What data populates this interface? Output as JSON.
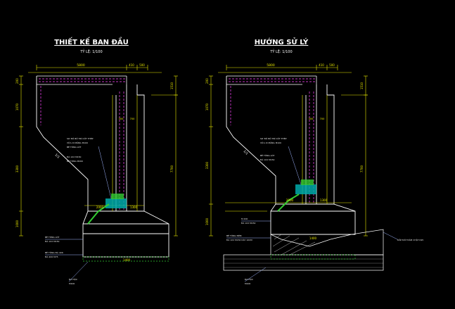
{
  "colors": {
    "background": "#000000",
    "structure": "#ffffff",
    "dimension": "#e8e800",
    "accent": "#ff44ff",
    "annotation": "#9fb5ff",
    "green": "#33cc33",
    "cyan": "#00cccc"
  },
  "left": {
    "title": "THIẾT KẾ BAN ĐẦU",
    "scale": "TỶ LỆ: 1/100",
    "dims": {
      "top_total": "5800",
      "top_small_a": "410",
      "top_small_b": "500",
      "left_top": "200",
      "left_mid": "1070",
      "left_big": "3300",
      "left_low": "1000",
      "right_top": "1510",
      "right_total": "7700",
      "center_a": "2000",
      "center_b": "1300",
      "stem_a": "300",
      "stem_b": "700",
      "bottom": "1400",
      "slope": "1/1"
    },
    "notes": {
      "n1": "SƠ ĐỒ BỐ TRÍ CỐT THÉP",
      "n2": "VỮA XI MĂNG M100",
      "n3": "BÊ TÔNG LÓT",
      "n4": "ĐÁ 1X2 M150",
      "n5": "BÊ TÔNG M200",
      "n6": "BÊ TÔNG LÓT",
      "n7": "ĐÁ 1X2 M150",
      "n8": "BÊ TÔNG ĐÁ 4X6",
      "n9": "ĐÁ 4X6 M75",
      "n10": "ĐÁ HỘC",
      "n11": "M100"
    }
  },
  "right": {
    "title": "HƯỚNG SỬ LÝ",
    "scale": "TỶ LỆ: 1/100",
    "dims": {
      "top_total": "5800",
      "top_small_a": "410",
      "top_small_b": "500",
      "left_top": "200",
      "left_mid": "1070",
      "left_big": "3300",
      "left_low": "1000",
      "right_top": "1510",
      "right_total": "7700",
      "center_a": "2000",
      "center_b": "1300",
      "stem_a": "300",
      "stem_b": "700",
      "bottom": "1400",
      "slope": "1/1"
    },
    "notes": {
      "n1": "SƠ ĐỒ BỐ TRÍ CỐT THÉP",
      "n2": "VỮA XI MĂNG M100",
      "n3": "BÊ TÔNG LÓT",
      "n4": "ĐÁ 1X2 M150",
      "n5": "M 200",
      "n6": "ĐÁ 1X2 M150",
      "n7": "BÊ TÔNG ĐỆM",
      "n8": "ĐÁ 1X2 M150 DÀY 10CM",
      "n9": "ĐÁ HỘC",
      "n10": "M100",
      "n11": "ĐẮP ĐẤT ĐẦM CHẶT K95"
    }
  }
}
